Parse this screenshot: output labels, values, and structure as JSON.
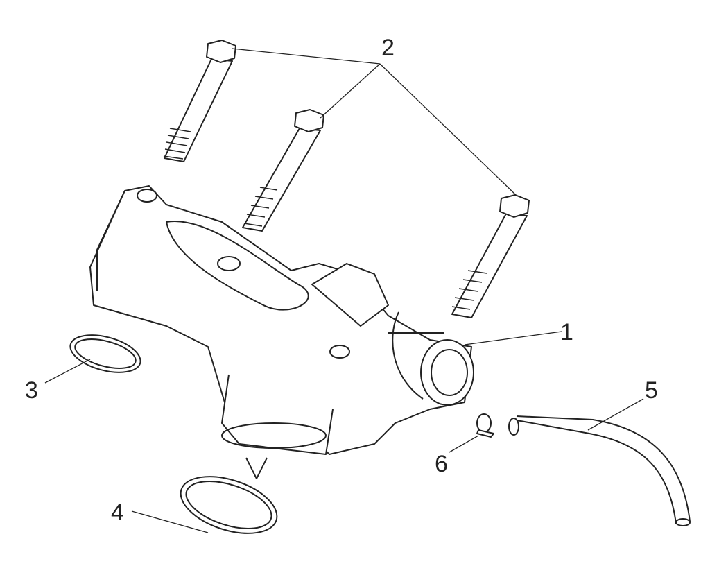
{
  "diagram": {
    "type": "exploded-parts-view",
    "callouts": [
      {
        "number": "1",
        "part": "pump-body"
      },
      {
        "number": "2",
        "part": "bolt"
      },
      {
        "number": "3",
        "part": "o-ring-small"
      },
      {
        "number": "4",
        "part": "o-ring-large"
      },
      {
        "number": "5",
        "part": "hose"
      },
      {
        "number": "6",
        "part": "hose-clamp"
      }
    ],
    "colors": {
      "line": "#222222",
      "fill": "#ffffff"
    }
  }
}
